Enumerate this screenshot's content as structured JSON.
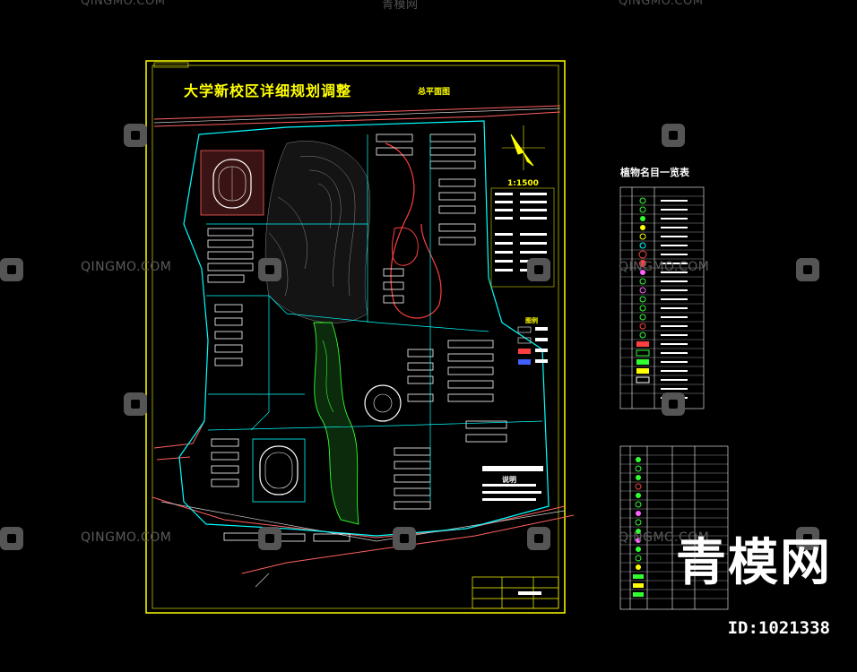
{
  "drawing": {
    "title": "大学新校区详细规划调整",
    "subtitle": "总平面图",
    "scale": "1:1500",
    "legend_title": "图例",
    "notes_title": "说明"
  },
  "plant_table": {
    "title": "植物名目一览表"
  },
  "watermark": {
    "site": "QINGMO.COM",
    "brand": "青模网",
    "id": "ID:1021338",
    "cn": "青模网"
  }
}
